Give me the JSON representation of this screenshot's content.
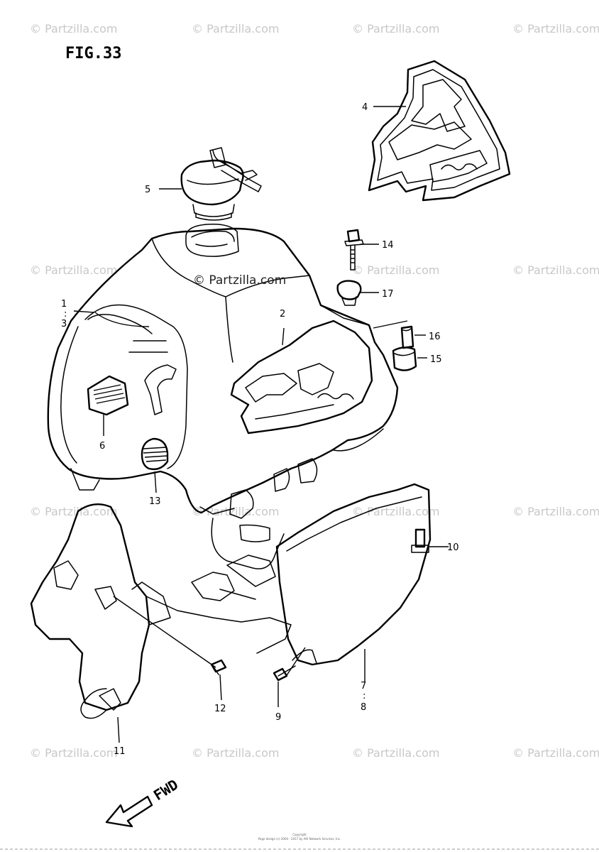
{
  "figure": {
    "title": "FIG.33"
  },
  "watermark": {
    "text": "© Partzilla.com"
  },
  "direction": {
    "label": "FWD"
  },
  "callouts": [
    {
      "id": "c1",
      "number": "1"
    },
    {
      "id": "c1b",
      "number": ":"
    },
    {
      "id": "c3",
      "number": "3"
    },
    {
      "id": "c2",
      "number": "2"
    },
    {
      "id": "c4",
      "number": "4"
    },
    {
      "id": "c5",
      "number": "5"
    },
    {
      "id": "c6",
      "number": "6"
    },
    {
      "id": "c7",
      "number": "7"
    },
    {
      "id": "c7b",
      "number": ":"
    },
    {
      "id": "c8",
      "number": "8"
    },
    {
      "id": "c9",
      "number": "9"
    },
    {
      "id": "c10",
      "number": "10"
    },
    {
      "id": "c11",
      "number": "11"
    },
    {
      "id": "c12",
      "number": "12"
    },
    {
      "id": "c13",
      "number": "13"
    },
    {
      "id": "c14",
      "number": "14"
    },
    {
      "id": "c15",
      "number": "15"
    },
    {
      "id": "c16",
      "number": "16"
    },
    {
      "id": "c17",
      "number": "17"
    }
  ],
  "footer": {
    "line1": "Copyright",
    "line2": "Page design (c) 2004 - 2017 by ARI Network Services, Inc."
  }
}
